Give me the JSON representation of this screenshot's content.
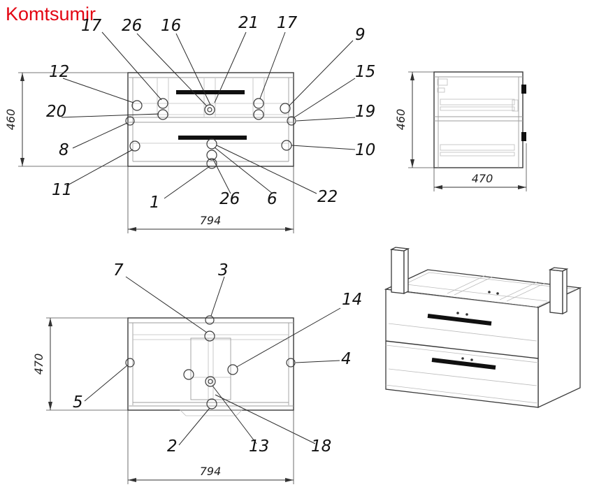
{
  "logo": {
    "text": "Komtsumir",
    "color": "#e30613"
  },
  "front_view": {
    "dims": {
      "height": "460",
      "width": "794"
    },
    "callouts": [
      {
        "label": "17"
      },
      {
        "label": "26"
      },
      {
        "label": "16"
      },
      {
        "label": "21"
      },
      {
        "label": "17"
      },
      {
        "label": "9"
      },
      {
        "label": "12"
      },
      {
        "label": "15"
      },
      {
        "label": "20"
      },
      {
        "label": "19"
      },
      {
        "label": "8"
      },
      {
        "label": "10"
      },
      {
        "label": "11"
      },
      {
        "label": "1"
      },
      {
        "label": "26"
      },
      {
        "label": "6"
      },
      {
        "label": "22"
      }
    ]
  },
  "side_view": {
    "dims": {
      "height": "460",
      "depth": "470"
    }
  },
  "top_view": {
    "dims": {
      "depth": "470",
      "width": "794"
    },
    "callouts": [
      {
        "label": "7"
      },
      {
        "label": "3"
      },
      {
        "label": "14"
      },
      {
        "label": "4"
      },
      {
        "label": "5"
      },
      {
        "label": "2"
      },
      {
        "label": "13"
      },
      {
        "label": "18"
      }
    ]
  }
}
